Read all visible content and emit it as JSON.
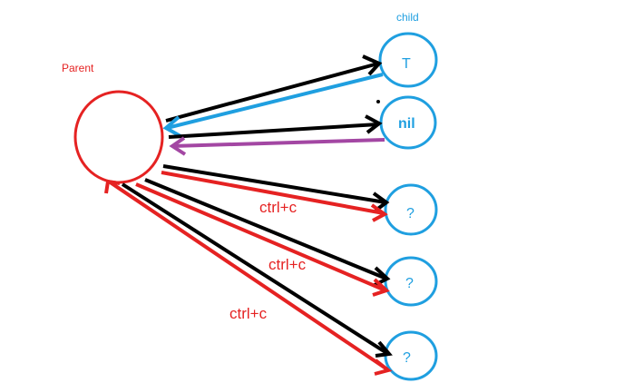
{
  "labels": {
    "parent": "Parent",
    "child": "child"
  },
  "nodes": {
    "child_1": "T",
    "child_2": "nil",
    "child_3": "?",
    "child_4": "?",
    "child_5": "?"
  },
  "edges": {
    "signal_1": "ctrl+c",
    "signal_2": "ctrl+c",
    "signal_3": "ctrl+c"
  },
  "colors": {
    "parent": "#e52222",
    "child": "#1f9fe0",
    "black_arrow": "#000000",
    "blue_arrow": "#1f9fe0",
    "purple_arrow": "#a347a3",
    "red_arrow": "#e52222",
    "label_red": "#e52222",
    "label_blue": "#1f9fe0"
  }
}
